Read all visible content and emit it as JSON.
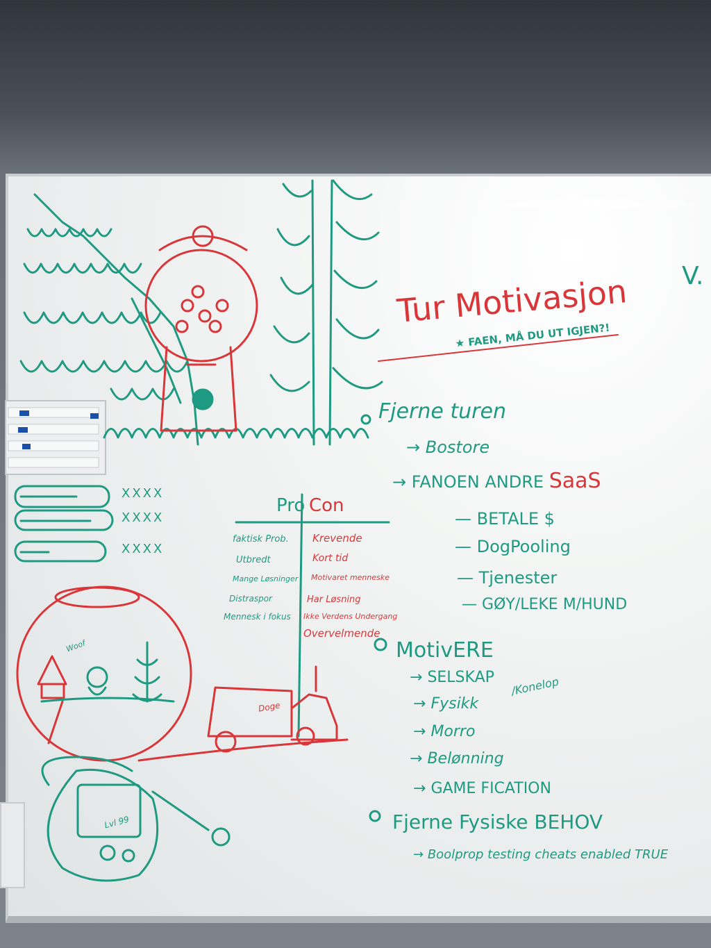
{
  "title": "Tur Motivasjon",
  "subtitle": "★ FAEN, MÅ DU UT IGJEN?!",
  "corner_mark": "V.",
  "section1": {
    "heading": "Fjerne turen",
    "items": [
      "Bostore",
      "FANOEN ANDRE"
    ],
    "saas": "SaaS",
    "subitems": [
      "BETALE $",
      "DogPooling",
      "Tjenester",
      "GØY/LEKE M/HUND"
    ]
  },
  "procon": {
    "pro_label": "Pro",
    "con_label": "Con",
    "pro": [
      "faktisk Prob.",
      "Utbredt",
      "Mange Løsninger",
      "Distraspor",
      "Mennesk i fokus"
    ],
    "con": [
      "Krevende",
      "Kort tid",
      "Motivaret menneske",
      "Har Løsning",
      "Ikke Verdens Undergang",
      "Overvelmende"
    ]
  },
  "section2": {
    "heading": "MotivERE",
    "items": [
      "SELSKAP",
      "Fysikk",
      "Morro",
      "Belønning",
      "GAME FICATION"
    ],
    "side_note": "/Konelop"
  },
  "section3": {
    "heading": "Fjerne Fysiske BEHOV",
    "items": [
      "Boolprop testing cheats enabled TRUE"
    ]
  },
  "bars": [
    "XXXX",
    "XXXX",
    "XXXX"
  ],
  "doodles": {
    "truck_label": "Doge",
    "globe_label": "Woof",
    "pet_label": "Lvl 99"
  },
  "colors": {
    "green": "#1f9a82",
    "red": "#d9363a"
  }
}
